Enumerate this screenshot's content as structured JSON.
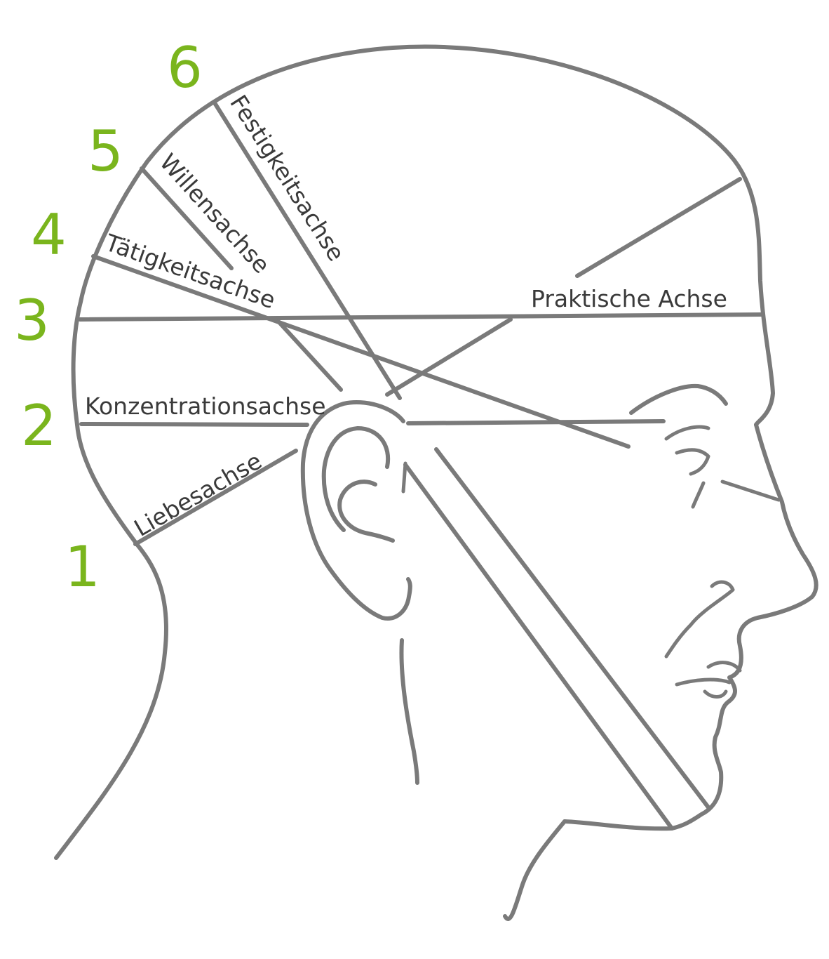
{
  "zone_numbers": [
    "1",
    "2",
    "3",
    "4",
    "5",
    "6"
  ],
  "axes": {
    "liebe": "Liebesachse",
    "konzentration": "Konzentrationsachse",
    "taetigkeit": "Tätigkeitsachse",
    "willen": "Willensachse",
    "festigkeit": "Festigkeitsachse",
    "praktisch": "Praktische Achse"
  },
  "colors": {
    "number_green": "#7ab51d",
    "line_gray": "#7a7a7a",
    "label_dark": "#3a3a3a"
  }
}
